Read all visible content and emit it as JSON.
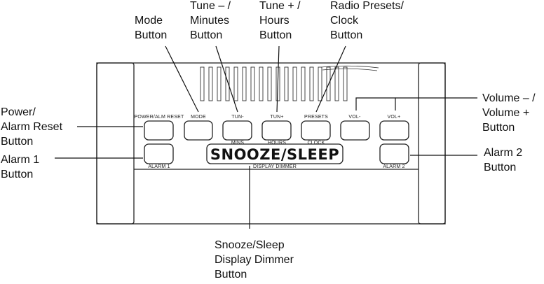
{
  "callouts": {
    "mode": "Mode\nButton",
    "tune_minus": "Tune – /\nMinutes\nButton",
    "tune_plus": "Tune + /\nHours\nButton",
    "presets": "Radio Presets/\nClock\nButton",
    "power": "Power/\nAlarm Reset\nButton",
    "alarm1": "Alarm 1\nButton",
    "volume": "Volume – /\nVolume +\nButton",
    "alarm2": "Alarm 2\nButton",
    "snooze": "Snooze/Sleep\nDisplay Dimmer\nButton"
  },
  "device": {
    "top_labels": {
      "power": "POWER/ALM RESET",
      "mode": "MODE",
      "tun_minus": "TUN-",
      "tun_plus": "TUN+",
      "presets": "PRESETS",
      "vol_minus": "VOL-",
      "vol_plus": "VOL+"
    },
    "bottom_labels": {
      "mins": "MINS",
      "hours": "HOURS",
      "clock": "CLOCK",
      "alarm1": "ALARM 1",
      "display_dimmer": "DISPLAY DIMMER",
      "alarm2": "ALARM 2"
    },
    "snooze_label": "SNOOZE/SLEEP"
  }
}
